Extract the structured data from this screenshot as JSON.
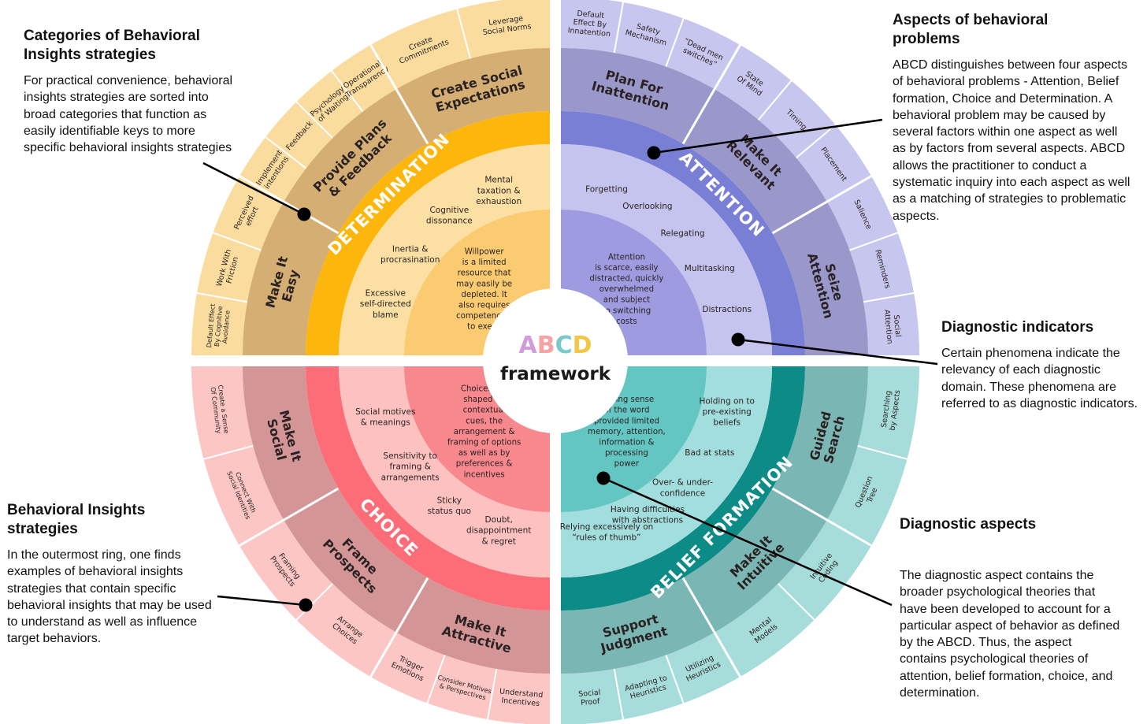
{
  "center": {
    "abcd": [
      "A",
      "B",
      "C",
      "D"
    ],
    "abcd_colors": [
      "#cf9dd9",
      "#f7a2a4",
      "#77c9cb",
      "#f5c547"
    ],
    "subtitle": "framework"
  },
  "quadrants": {
    "determination": {
      "name": "DETERMINATION",
      "colors": {
        "outer": "#fbdc9f",
        "strategy": "#d4ae72",
        "ring": "#fcb60c",
        "indicators": "#fce0a3",
        "core": "#fbcb71"
      },
      "strategies": [
        {
          "label": [
            "Make It",
            "Easy"
          ],
          "examples": [
            [
              "Default Effect",
              "By Cognitive",
              "Avoidance"
            ],
            [
              "Work With",
              "Friction"
            ],
            [
              "Perceived",
              "effort"
            ]
          ]
        },
        {
          "label": [
            "Provide Plans",
            "& Feedback"
          ],
          "examples": [
            [
              "Implement",
              "intentions"
            ],
            [
              "Feedback"
            ],
            [
              "Psychology",
              "of Waiting"
            ],
            [
              "Operational",
              "Transparency"
            ]
          ]
        },
        {
          "label": [
            "Create Social",
            "Expectations"
          ],
          "examples": [
            [
              "Create",
              "Commitments"
            ],
            [
              "Leverage",
              "Social Norms"
            ]
          ]
        }
      ],
      "indicators": [
        [
          "Excessive",
          "self-directed",
          "blame"
        ],
        [
          "Inertia &",
          "procrasination"
        ],
        [
          "Cognitive",
          "dissonance"
        ],
        [
          "Mental",
          "taxation &",
          "exhaustion"
        ]
      ],
      "core": [
        "Willpower",
        "is a limited",
        "resource that",
        "may easily be",
        "depleted. It",
        "also requires",
        "competencies",
        "to exert."
      ]
    },
    "attention": {
      "name": "ATTENTION",
      "colors": {
        "outer": "#c7c6ee",
        "strategy": "#9a97cb",
        "ring": "#7a7fd6",
        "indicators": "#c4c4ef",
        "core": "#9e9be0"
      },
      "strategies": [
        {
          "label": [
            "Plan For",
            "Inattention"
          ],
          "examples": [
            [
              "Default",
              "Effect By",
              "Innatention"
            ],
            [
              "Safety",
              "Mechanism"
            ],
            [
              "“Dead men",
              "switches”"
            ]
          ]
        },
        {
          "label": [
            "Make It",
            "Relevant"
          ],
          "examples": [
            [
              "State",
              "Of Mind"
            ],
            [
              "Timing"
            ],
            [
              "Placement"
            ]
          ]
        },
        {
          "label": [
            "Seize",
            "Attention"
          ],
          "examples": [
            [
              "Salience"
            ],
            [
              "Reminders"
            ],
            [
              "Social",
              "Attention"
            ]
          ]
        }
      ],
      "indicators": [
        [
          "Forgetting"
        ],
        [
          "Overlooking"
        ],
        [
          "Relegating"
        ],
        [
          "Multitasking"
        ],
        [
          "Distractions"
        ]
      ],
      "core": [
        "Attention",
        "is scarce, easily",
        "distracted, quickly",
        "overwhelmed",
        "and subject",
        "to switching",
        "costs"
      ]
    },
    "belief": {
      "name": "BELIEF FORMATION",
      "colors": {
        "outer": "#a6dcda",
        "strategy": "#7ab6b4",
        "ring": "#0c8b87",
        "indicators": "#a2dedd",
        "core": "#63c6c3"
      },
      "strategies": [
        {
          "label": [
            "Guided",
            "Search"
          ],
          "examples": [
            [
              "Searching",
              "by Aspects"
            ],
            [
              "Question",
              "Tree"
            ]
          ]
        },
        {
          "label": [
            "Make It",
            "Intuitive"
          ],
          "examples": [
            [
              "Intuitive",
              "Coding"
            ],
            [
              "Mental",
              "Models"
            ]
          ]
        },
        {
          "label": [
            "Support",
            "Judgment"
          ],
          "examples": [
            [
              "Utilizing",
              "Heuristics"
            ],
            [
              "Adapting to",
              "Heuristics"
            ],
            [
              "Social",
              "Proof"
            ]
          ]
        }
      ],
      "indicators": [
        [
          "Holding on to",
          "pre-existing",
          "beliefs"
        ],
        [
          "Bad at stats"
        ],
        [
          "Over- & under-",
          "confidence"
        ],
        [
          "Having difficulties",
          "with abstractions"
        ],
        [
          "Relying excessively on",
          "“rules of thumb”"
        ]
      ],
      "core": [
        "Making sense",
        "of the word",
        "provided limited",
        "memory, attention,",
        "information &",
        "processing",
        "power"
      ]
    },
    "choice": {
      "name": "CHOICE",
      "colors": {
        "outer": "#fbc6c4",
        "strategy": "#d49597",
        "ring": "#fc6d77",
        "indicators": "#fdc1c0",
        "core": "#f7888d"
      },
      "strategies": [
        {
          "label": [
            "Make It",
            "Attractive"
          ],
          "examples": [
            [
              "Understand",
              "Incentives"
            ],
            [
              "Consider Motives",
              "& Perspectives"
            ],
            [
              "Trigger",
              "Emotions"
            ]
          ]
        },
        {
          "label": [
            "Frame",
            "Prospects"
          ],
          "examples": [
            [
              "Arrange",
              "Choices"
            ],
            [
              "Framing",
              "Prospects"
            ]
          ]
        },
        {
          "label": [
            "Make It",
            "Social"
          ],
          "examples": [
            [
              "Connect With",
              "Social Identities"
            ],
            [
              "Create a Sense",
              "Of Community"
            ]
          ]
        }
      ],
      "indicators": [
        [
          "Doubt,",
          "disappointment",
          "& regret"
        ],
        [
          "Sticky",
          "status quo"
        ],
        [
          "Sensitivity to",
          "framing &",
          "arrangements"
        ],
        [
          "Social motives",
          "& meanings"
        ]
      ],
      "core": [
        "Choices are",
        "shaped by",
        "contextual",
        "cues, the",
        "arrangement &",
        "framing of options",
        "as well as by",
        "preferences &",
        "incentives"
      ]
    }
  },
  "annotations": {
    "categories": {
      "title": "Categories of Behavioral Insights strategies",
      "body": "For practical convenience, behavioral insights strategies are sorted into broad categories that function as easily identifiable keys to more specific behavioral insights strategies"
    },
    "aspects": {
      "title": "Aspects of behavioral problems",
      "body": "ABCD distinguishes between four aspects of behavioral problems - Attention, Belief formation, Choice and Determination. A behavioral problem may be caused by several factors within one aspect as well as by factors from several aspects. ABCD allows the practitioner to conduct a systematic inquiry into each aspect as well as a matching of strategies to problematic aspects."
    },
    "indicators": {
      "title": "Diagnostic indicators",
      "body": "Certain phenomena indicate the relevancy of each diagnostic domain. These phenomena are referred to as diagnostic indicators."
    },
    "strategies": {
      "title": "Behavioral Insights strategies",
      "body": "In the outermost ring, one finds examples of behavioral insights strategies that contain specific behavioral insights that may be used to understand as well as influence target behaviors."
    },
    "diag_aspects": {
      "title": "Diagnostic aspects",
      "body": "The diagnostic aspect contains the broader psychological theories that have been developed to account for a particular aspect of behavior as defined by the ABCD. Thus, the aspect contains psychological theories of attention, belief formation, choice, and determination."
    }
  }
}
